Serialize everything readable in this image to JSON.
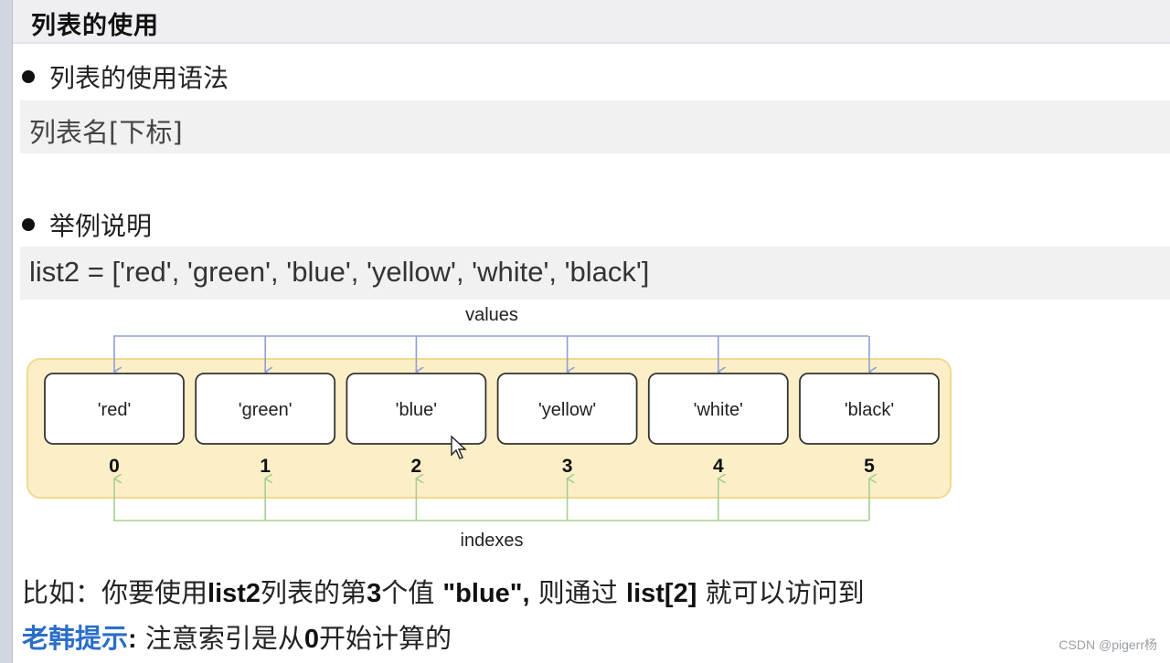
{
  "page_title": "列表的使用",
  "syntax_section": {
    "heading": "列表的使用语法",
    "code": "列表名[下标]"
  },
  "example_section": {
    "heading": "举例说明",
    "code": "list2 = ['red', 'green', 'blue', 'yellow', 'white', 'black']"
  },
  "diagram": {
    "values_label": "values",
    "indexes_label": "indexes",
    "cells": [
      {
        "value": "'red'",
        "index": "0"
      },
      {
        "value": "'green'",
        "index": "1"
      },
      {
        "value": "'blue'",
        "index": "2"
      },
      {
        "value": "'yellow'",
        "index": "3"
      },
      {
        "value": "'white'",
        "index": "4"
      },
      {
        "value": "'black'",
        "index": "5"
      }
    ],
    "colors": {
      "panel_fill": "#fcefc7",
      "panel_border": "#f0d98f",
      "value_arrow": "#8f9fd6",
      "index_arrow": "#a6cf8f"
    }
  },
  "example_line": {
    "part1": "比如：你要使用",
    "bold1": "list2",
    "part2": "列表的第",
    "bold2": "3",
    "part3": "个值 ",
    "bold3": "\"blue\",",
    "part4": " 则通过 ",
    "bold4": "list[2]",
    "part5": " 就可以访问到"
  },
  "tip_line": {
    "label": "老韩提示",
    "colon": ":",
    "text1": " 注意索引是从",
    "bold": "0",
    "text2": "开始计算的"
  },
  "watermark": "CSDN @pigerr杨"
}
